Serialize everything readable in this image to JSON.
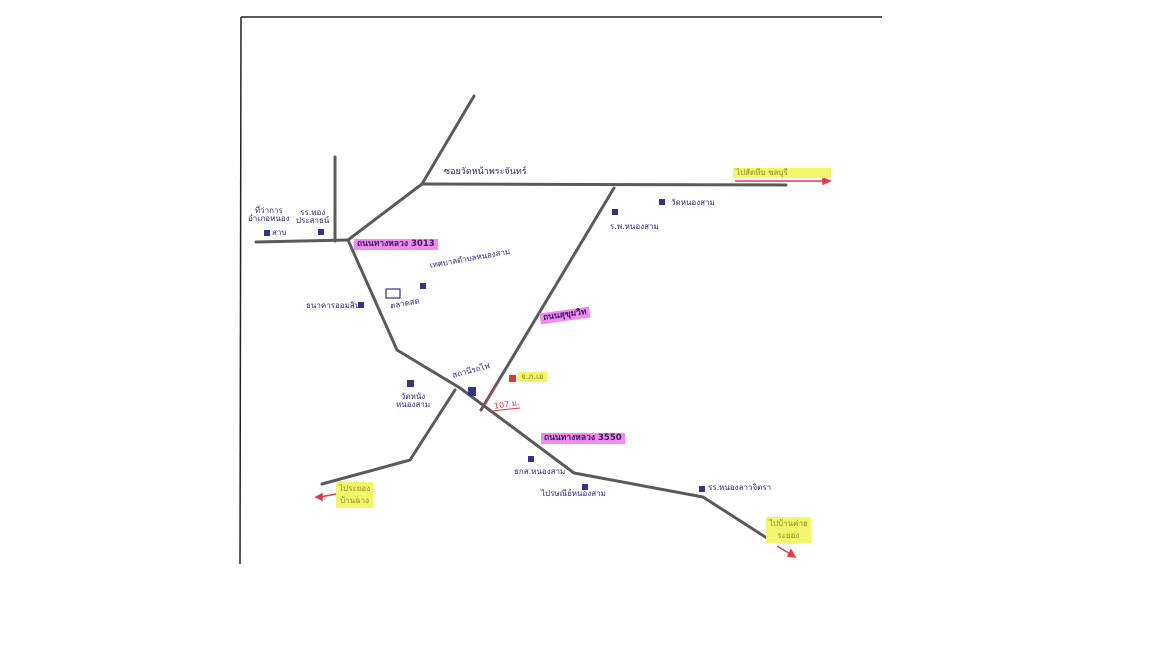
{
  "map": {
    "roads": {
      "road_3013": "ถนนทางหลวง 3013",
      "road_sukhumvit": "ถนนสุขุมวิท",
      "road_3550": "ถนนทางหลวง 3550",
      "soi_top": "ซอยวัดหน้าพระจันทร์"
    },
    "places": {
      "stadium_left": "ที่ว่าการ\nอำเภอหนอง",
      "school_left": "รร.ทอง\nประสาธน์",
      "park_label": "สาบ",
      "bank_left": "ธนาคารออมสิน",
      "market": "ตลาดสด",
      "municipal": "เทศบาลตำบลหนองสาม",
      "temple": "วัดหนองสาม",
      "gov_office": "ร.พ.หนองสาม",
      "big_temple_left": "วัดหนัง\nหนองสาม",
      "main_office": "สถานีรถไฟ",
      "bts": "ธกส.หนองสาม",
      "school_right": "รร.หนองลาวจิตรา",
      "post_office": "ไปรษณีย์หนองสาม"
    },
    "yellow": {
      "top_right": "ไปสัตหีบ ชลบุรี",
      "bottom_left": "ไประยอง\nบ้านฉาง",
      "bottom_right": "ไปบ้านค่าย\nระยอง",
      "station": "จ.ภ.เอ"
    },
    "distance": "107 ม.",
    "colors": {
      "road": "#5a5a5a",
      "pink": "#f08cf0",
      "yellow": "#f3f56a",
      "marker": "#333388",
      "station_marker": "#e23a2a",
      "arrow": "#e23a4a"
    }
  }
}
